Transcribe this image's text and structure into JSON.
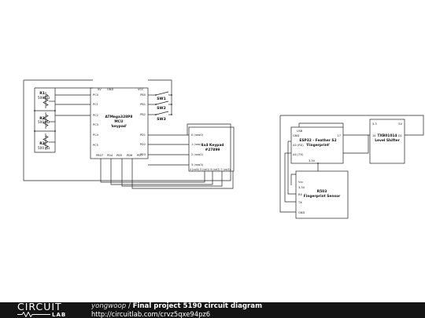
{
  "circuit": {
    "resistors": [
      {
        "ref": "R1",
        "value": "500 kΩ"
      },
      {
        "ref": "R2",
        "value": "500 kΩ"
      },
      {
        "ref": "R3",
        "value": "500 kΩ"
      }
    ],
    "mcu": {
      "name_line1": "ATMega328P8",
      "name_line2": "MCU",
      "name_line3": "'keypad'",
      "top_pins": [
        "5V",
        "GND",
        "VCC"
      ],
      "left_pins": [
        "PC0",
        "PC1",
        "PC2",
        "PC3",
        "PC4",
        "PC5"
      ],
      "right_pins": [
        "PB0",
        "PB1",
        "PB2",
        "PD1",
        "PD2",
        "PD3"
      ],
      "bottom_pins": [
        "PB07",
        "PD4",
        "PD5",
        "PD6",
        "PD7"
      ]
    },
    "switches": [
      {
        "ref": "SW1"
      },
      {
        "ref": "SW2"
      },
      {
        "ref": "SW3"
      }
    ],
    "keypad": {
      "name_line1": "4x4 Keypad",
      "name_line2": "#27899",
      "left_pins": [
        "0 (row0)",
        "1 (row1)",
        "2 (row2)",
        "3 (row3)"
      ],
      "bottom_pins": "4 (col0) 5 (col1) 6 (col2) 7 (col3)"
    },
    "esp32": {
      "name_line1": "ESP32 - Feather S2",
      "name_line2": "'Fingerprint'",
      "left_pins": [
        "GND",
        "A5 (RX)",
        "A4 (TX)"
      ],
      "top_pins": [
        "USB"
      ],
      "right_pins": [
        "17"
      ],
      "bottom_pins": [
        "3.3V"
      ]
    },
    "shifter": {
      "name_line1": "TXB01014",
      "name_line2": "Level Shifter",
      "pins": [
        "3.3",
        "5V",
        "14",
        "D1"
      ]
    },
    "sensor": {
      "name_line1": "R503",
      "name_line2": "Fingerprint Sensor",
      "left_pins": [
        "Vcc",
        "3.3V",
        "RX",
        "TX",
        "GND"
      ]
    }
  },
  "footer": {
    "logo_top": "CIRCUIT",
    "logo_bottom": "LAB",
    "user": "yongwoop",
    "separator": " / ",
    "project": "Final project 5190 circuit diagram",
    "url": "http://circuitlab.com/crvz5qxe94pz6"
  }
}
